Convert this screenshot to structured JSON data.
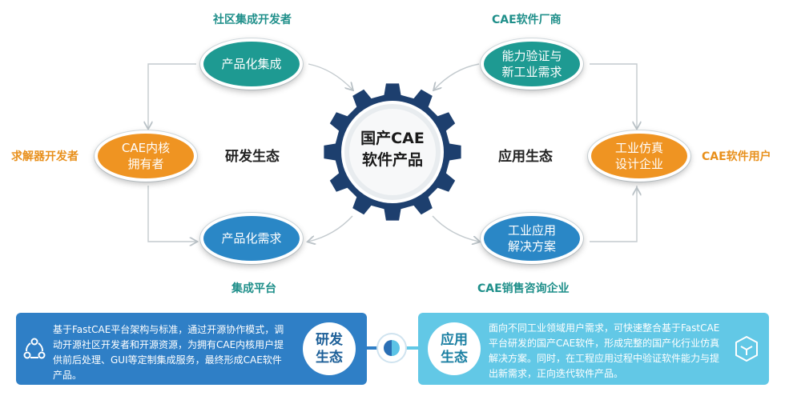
{
  "diagram": {
    "center": {
      "line1": "国产CAE",
      "line2": "软件产品"
    },
    "roles": {
      "top_left": "社区集成开发者",
      "top_right": "CAE软件厂商",
      "left": "求解器开发者",
      "right": "CAE软件用户",
      "bottom_left": "集成平台",
      "bottom_right": "CAE销售咨询企业"
    },
    "eco_labels": {
      "left": "研发生态",
      "right": "应用生态"
    },
    "nodes": {
      "top_left": [
        "产品化集成"
      ],
      "left": [
        "CAE内核",
        "拥有者"
      ],
      "bottom_left": [
        "产品化需求"
      ],
      "top_right": [
        "能力验证与",
        "新工业需求"
      ],
      "right": [
        "工业仿真",
        "设计企业"
      ],
      "bottom_right": [
        "工业应用",
        "解决方案"
      ]
    },
    "colors": {
      "teal": "#1e9a92",
      "orange": "#ef9422",
      "blue": "#2a87c6",
      "gear": "#1d3f6e"
    }
  },
  "panels": {
    "left": {
      "title_line1": "研发",
      "title_line2": "生态",
      "text": "基于FastCAE平台架构与标准，通过开源协作模式，调动开源社区开发者和开源资源，为拥有CAE内核用户提供前后处理、GUI等定制集成服务，最终形成CAE软件产品。",
      "icon": "share-network-icon"
    },
    "right": {
      "title_line1": "应用",
      "title_line2": "生态",
      "text": "面向不同工业领域用户需求，可快速整合基于FastCAE平台研发的国产CAE软件，形成完整的国产化行业仿真解决方案。同时，在工程应用过程中验证软件能力与提出新需求，正向迭代软件产品。",
      "icon": "cube-icon"
    }
  }
}
